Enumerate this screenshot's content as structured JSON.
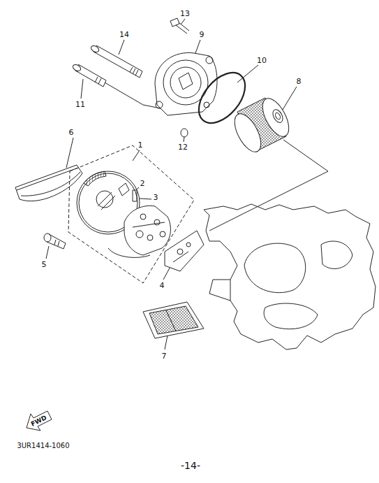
{
  "diagram": {
    "labels": [
      "13",
      "14",
      "9",
      "10",
      "8",
      "11",
      "12",
      "6",
      "1",
      "2",
      "3",
      "5",
      "4",
      "7",
      "FWD",
      "3UR1414-1060",
      "-14-"
    ]
  }
}
